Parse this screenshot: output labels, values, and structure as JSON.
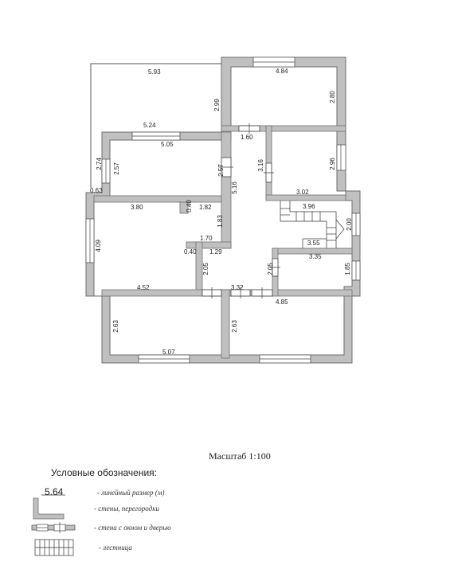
{
  "dimensions": {
    "d_5_93": "5.93",
    "d_4_84": "4.84",
    "d_2_99": "2.99",
    "d_2_80": "2.80",
    "d_5_24": "5.24",
    "d_5_05": "5.05",
    "d_1_60": "1.60",
    "d_2_74": "2.74",
    "d_2_57a": "2.57",
    "d_2_57b": "2.57",
    "d_3_16": "3.16",
    "d_2_96": "2.96",
    "d_5_16": "5.16",
    "d_3_02": "3.02",
    "d_0_63": "0.63",
    "d_3_80": "3.80",
    "d_0_40a": "0.40",
    "d_1_82": "1.82",
    "d_3_96": "3.96",
    "d_1_83": "1.83",
    "d_2_00": "2.00",
    "d_4_09": "4.09",
    "d_1_70": "1.70",
    "d_3_55": "3.55",
    "d_0_40b": "0.40",
    "d_1_29": "1.29",
    "d_3_35": "3.35",
    "d_2_05a": "2.05",
    "d_2_05b": "2.05",
    "d_1_85": "1.85",
    "d_4_52": "4.52",
    "d_3_32": "3.32",
    "d_4_85": "4.85",
    "d_2_63a": "2.63",
    "d_2_63b": "2.63",
    "d_5_07": "5.07"
  },
  "scale_label": "Масштаб 1:100",
  "legend": {
    "title": "Условные обозначения:",
    "sample_dimension": "5.64",
    "items": [
      "- линейный размер (м)",
      "- стены, перегородки",
      "- стена с окном и дверью",
      "- лестница"
    ]
  },
  "colors": {
    "wall": "#c0c0c0",
    "wall_edge": "#6e6e6e",
    "line": "#333333"
  }
}
